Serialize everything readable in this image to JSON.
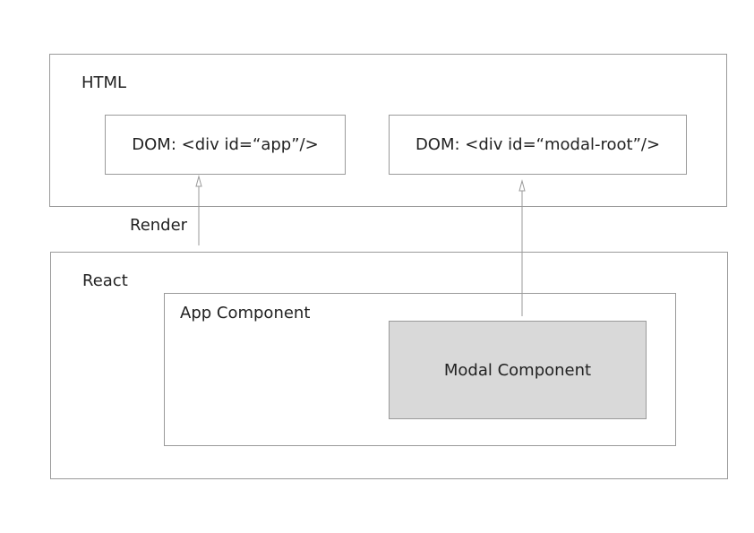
{
  "html_block": {
    "title": "HTML",
    "app_dom": "DOM: <div id=“app”/>",
    "modal_dom": "DOM: <div id=“modal-root”/>"
  },
  "render_label": "Render",
  "react_block": {
    "title": "React",
    "app_component": "App Component",
    "modal_component": "Modal Component"
  },
  "colors": {
    "border": "#9a9a9a",
    "modal_fill": "#d9d9d9",
    "arrow": "#9a9a9a",
    "text": "#222222"
  }
}
